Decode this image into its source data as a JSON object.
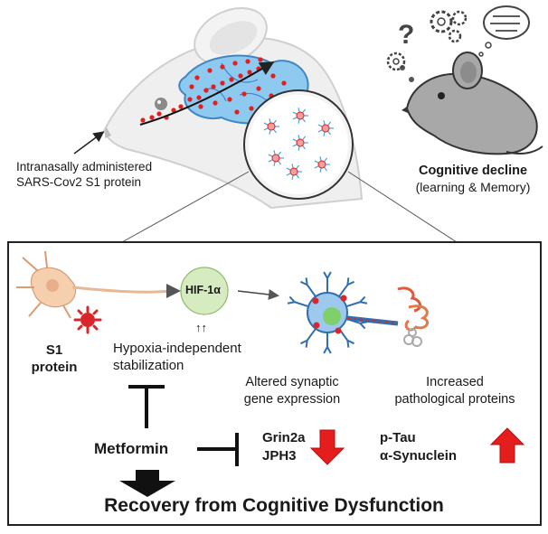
{
  "top": {
    "admin_line1": "Intranasally administered",
    "admin_line2": "SARS-Cov2  S1 protein",
    "thought_question": "?",
    "cognitive_title": "Cognitive decline",
    "cognitive_sub": "(learning & Memory)"
  },
  "mechanism": {
    "s1_line1": "S1",
    "s1_line2": "protein",
    "hif_label": "HIF-1α",
    "up_arrows": "↑↑",
    "hypoxia_line1": "Hypoxia-independent",
    "hypoxia_line2": "stabilization",
    "synaptic_line1": "Altered synaptic",
    "synaptic_line2": "gene expression",
    "grin2a": "Grin2a",
    "jph3": "JPH3",
    "increased_line1": "Increased",
    "increased_line2": "pathological proteins",
    "ptau": "p-Tau",
    "synuclein": "α-Synuclein",
    "metformin": "Metformin",
    "recovery": "Recovery from Cognitive Dysfunction"
  },
  "colors": {
    "red": "#e41d1d",
    "virus_red": "#d9262b",
    "brain_blue": "#8ec9f0",
    "brain_stroke": "#3e86c4",
    "neuron_skin": "#f6cfae",
    "hif_fill": "#d6ecc0",
    "mouse_gray": "#a8a8a8"
  }
}
